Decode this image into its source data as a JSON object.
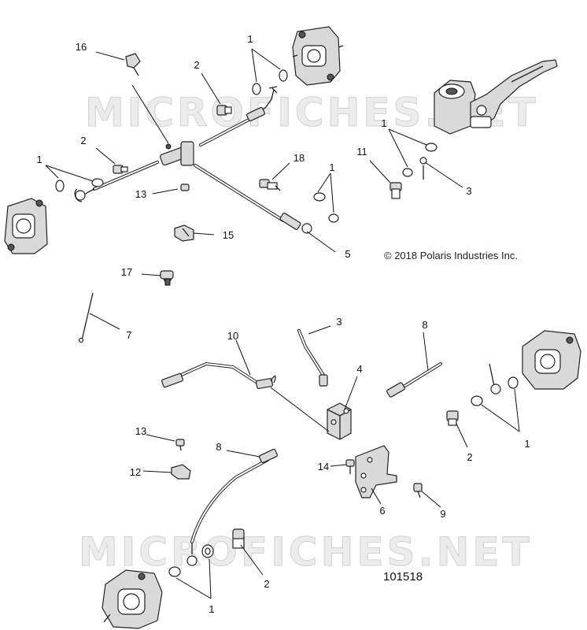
{
  "watermark": {
    "text_top": "MICROFICHES.NET",
    "text_bottom": "MICROFICHES.NET"
  },
  "copyright": "© 2018 Polaris Industries Inc.",
  "document_number": "101518",
  "callouts": [
    {
      "key": "c16",
      "label": "16"
    },
    {
      "key": "c1a",
      "label": "1"
    },
    {
      "key": "c2a",
      "label": "2"
    },
    {
      "key": "c2b",
      "label": "2"
    },
    {
      "key": "c1b",
      "label": "1"
    },
    {
      "key": "c18",
      "label": "18"
    },
    {
      "key": "c1c",
      "label": "1"
    },
    {
      "key": "c1d",
      "label": "1"
    },
    {
      "key": "c11",
      "label": "11"
    },
    {
      "key": "c3a",
      "label": "3"
    },
    {
      "key": "c13a",
      "label": "13"
    },
    {
      "key": "c15",
      "label": "15"
    },
    {
      "key": "c5",
      "label": "5"
    },
    {
      "key": "c17",
      "label": "17"
    },
    {
      "key": "c7",
      "label": "7"
    },
    {
      "key": "c10",
      "label": "10"
    },
    {
      "key": "c3b",
      "label": "3"
    },
    {
      "key": "c8a",
      "label": "8"
    },
    {
      "key": "c4",
      "label": "4"
    },
    {
      "key": "c1e",
      "label": "1"
    },
    {
      "key": "c2c",
      "label": "2"
    },
    {
      "key": "c13b",
      "label": "13"
    },
    {
      "key": "c8b",
      "label": "8"
    },
    {
      "key": "c12",
      "label": "12"
    },
    {
      "key": "c14",
      "label": "14"
    },
    {
      "key": "c6",
      "label": "6"
    },
    {
      "key": "c9",
      "label": "9"
    },
    {
      "key": "c2d",
      "label": "2"
    },
    {
      "key": "c1f",
      "label": "1"
    }
  ]
}
